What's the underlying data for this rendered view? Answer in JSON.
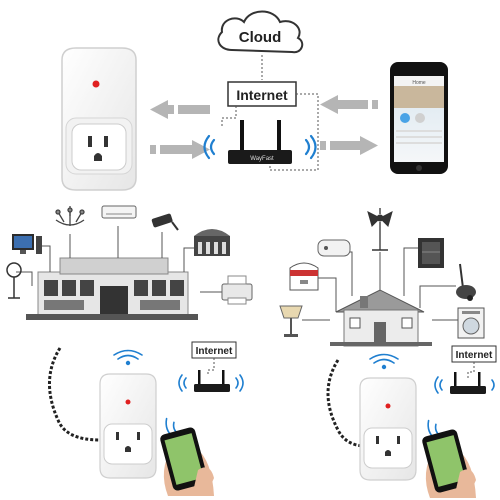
{
  "top": {
    "cloud_label": "Cloud",
    "internet_label": "Internet",
    "router_brand": "WayFast",
    "app_title": "Home"
  },
  "bottom_left": {
    "internet_label": "Internet"
  },
  "bottom_right": {
    "internet_label": "Internet"
  },
  "icons": {
    "top": [
      "smart-plug-icon",
      "cloud-icon",
      "router-icon",
      "smartphone-icon",
      "wifi-icon",
      "arrow-icon"
    ],
    "bottom_left": [
      "desktop-computer-icon",
      "ceiling-fan-icon",
      "chandelier-icon",
      "air-conditioner-icon",
      "security-camera-icon",
      "wall-clock-icon",
      "floor-fan-icon",
      "office-building-icon",
      "printer-icon",
      "smart-plug-icon",
      "router-icon",
      "hand-holding-phone-icon"
    ],
    "bottom_right": [
      "ceiling-fan-icon",
      "water-heater-icon",
      "standing-fan-icon",
      "fridge-icon",
      "rice-cooker-icon",
      "vacuum-cleaner-icon",
      "table-lamp-icon",
      "house-icon",
      "washing-machine-icon",
      "smart-plug-icon",
      "router-icon",
      "hand-holding-phone-icon"
    ]
  },
  "colors": {
    "wifi_blue": "#1f7fd0",
    "arrow_gray": "#b5b5b5",
    "indicator_red": "#e02020",
    "line_gray": "#555555"
  }
}
